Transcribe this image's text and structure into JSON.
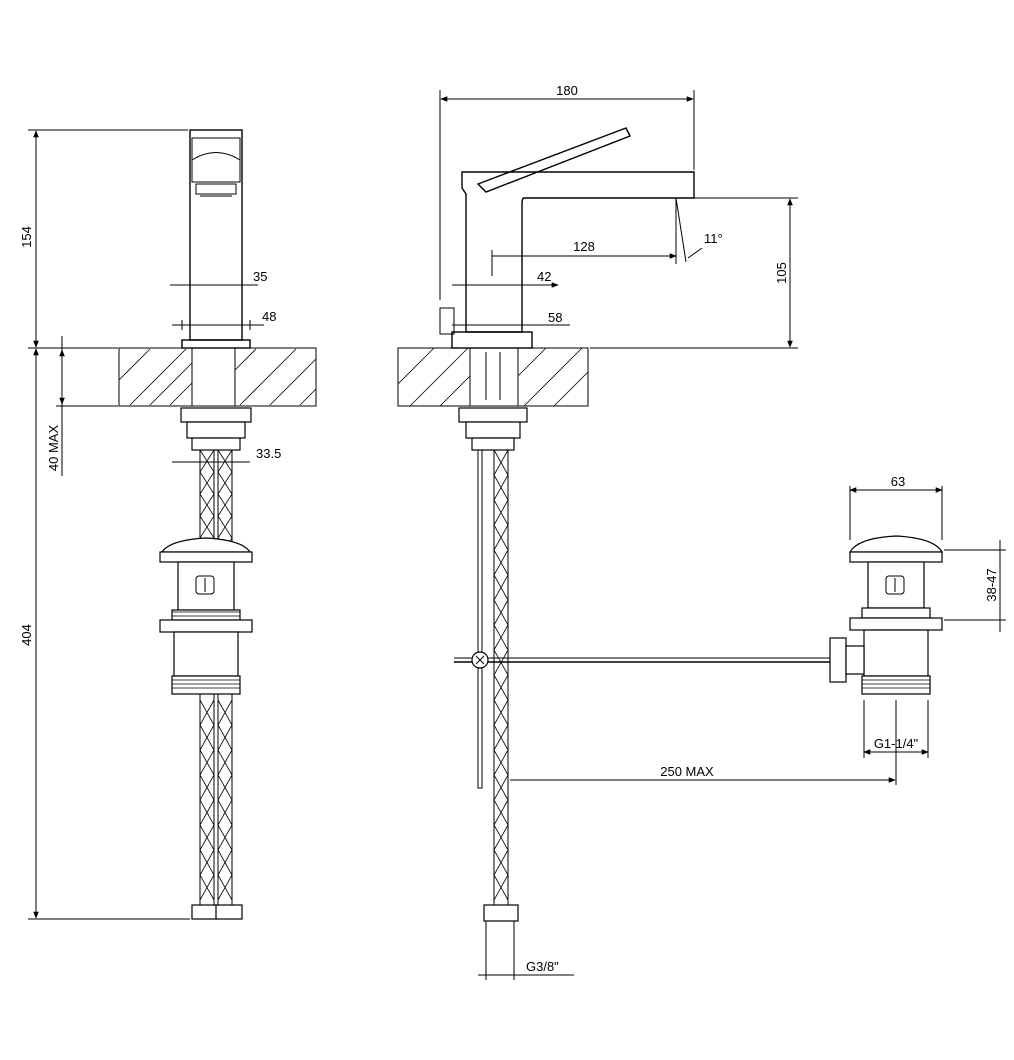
{
  "dimensions": {
    "spout_height": "154",
    "total_length": "404",
    "max_deck_thickness": "40 MAX",
    "body_width": "35",
    "base_width": "48",
    "shank_diameter": "33.5",
    "overall_depth": "180",
    "spout_reach": "128",
    "spout_angle": "11°",
    "outlet_height": "105",
    "body_depth": "42",
    "base_depth": "58",
    "waste_diameter": "63",
    "waste_adjust": "38-47",
    "waste_thread": "G1-1/4\"",
    "rod_length": "250 MAX",
    "hose_thread": "G3/8\""
  }
}
